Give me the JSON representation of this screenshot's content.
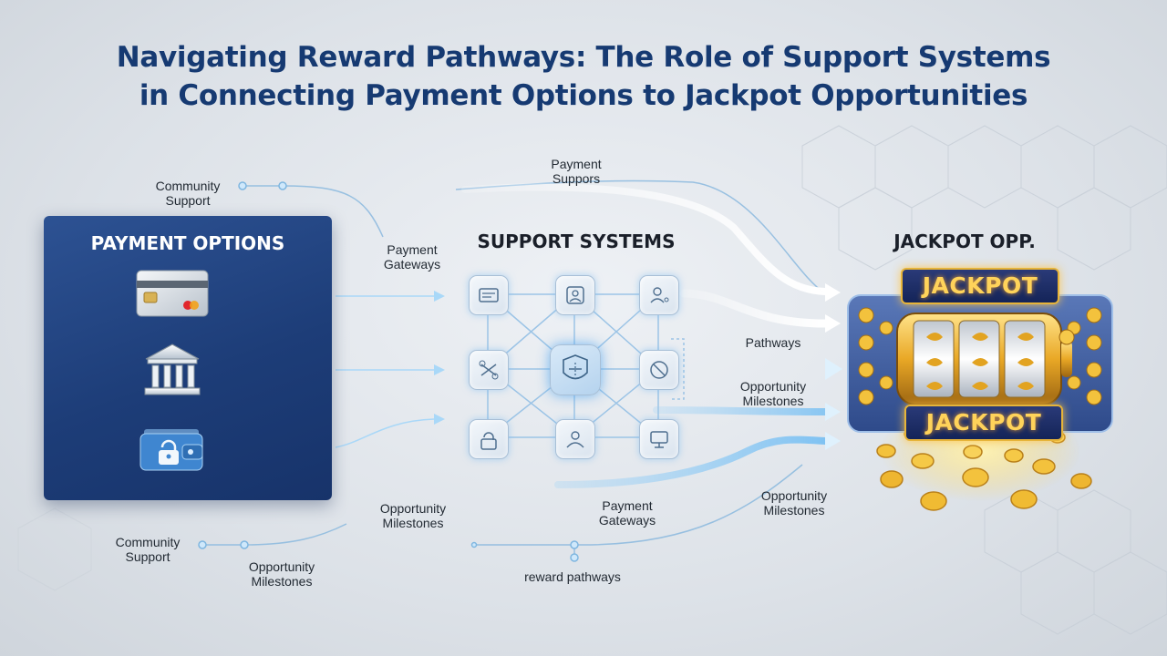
{
  "title": {
    "line1": "Navigating Reward Pathways: The Role of Support Systems",
    "line2": "in Connecting Payment Options to Jackpot Opportunities"
  },
  "payment_panel": {
    "title": "PAYMENT OPTIONS",
    "icons": [
      "credit-card-icon",
      "bank-icon",
      "wallet-lock-icon"
    ]
  },
  "support": {
    "title": "SUPPORT SYSTEMS"
  },
  "jackpot": {
    "title": "JACKPOT OPP.",
    "sign_top": "JACKPOT",
    "sign_bottom": "JACKPOT"
  },
  "labels": {
    "community_support_top": "Community\nSupport",
    "payment_suppors": "Payment\nSuppors",
    "payment_gateways_top": "Payment\nGateways",
    "pathways": "Pathways",
    "opportunity_milestones_mid": "Opportunity\nMilestones",
    "payment_gateways_bottom": "Payment\nGateways",
    "opportunity_milestones_right": "Opportunity\nMilestones",
    "opportunity_milestones_left": "Opportunity\nMilestones",
    "community_support_bottom": "Community\nSupport",
    "opportunity_milestones_bottom": "Opportunity\nMilestones",
    "reward_pathways": "reward pathways"
  },
  "colors": {
    "title": "#163a72",
    "panel": "#1d3d78",
    "flow": "#8fc8f2",
    "gold": "#f0b429"
  }
}
